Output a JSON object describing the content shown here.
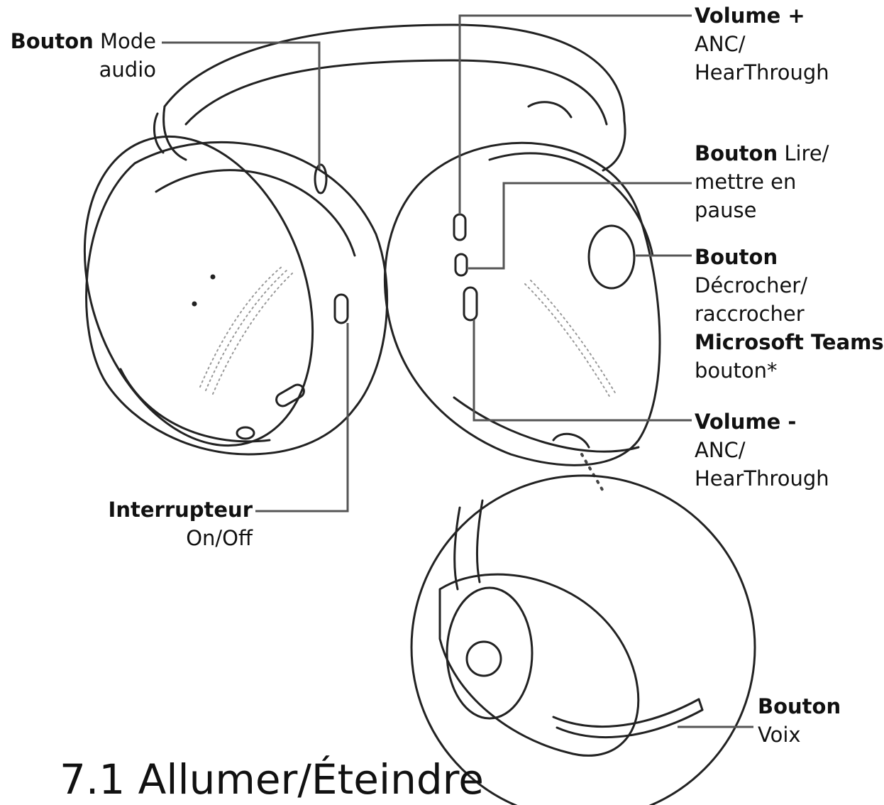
{
  "labels": {
    "audio_mode": {
      "bold": "Bouton",
      "rest": " Mode",
      "line2": "audio"
    },
    "volume_up": {
      "bold": "Volume +",
      "line2": "ANC/",
      "line3": "HearThrough"
    },
    "play_pause": {
      "bold": "Bouton",
      "rest": " Lire/",
      "line2": "mettre en",
      "line3": "pause"
    },
    "answer": {
      "bold": "Bouton",
      "line2": "Décrocher/",
      "line3": "raccrocher",
      "line4_bold": "Microsoft Teams",
      "line5": "bouton*"
    },
    "volume_down": {
      "bold": "Volume -",
      "line2": "ANC/",
      "line3": "HearThrough"
    },
    "power_switch": {
      "bold": "Interrupteur",
      "line2": "On/Off"
    },
    "voice": {
      "bold": "Bouton",
      "line2": "Voix"
    }
  },
  "heading": "7.1 Allumer/Éteindre",
  "colors": {
    "line": "#222222",
    "leader": "#555555",
    "background": "#ffffff"
  }
}
